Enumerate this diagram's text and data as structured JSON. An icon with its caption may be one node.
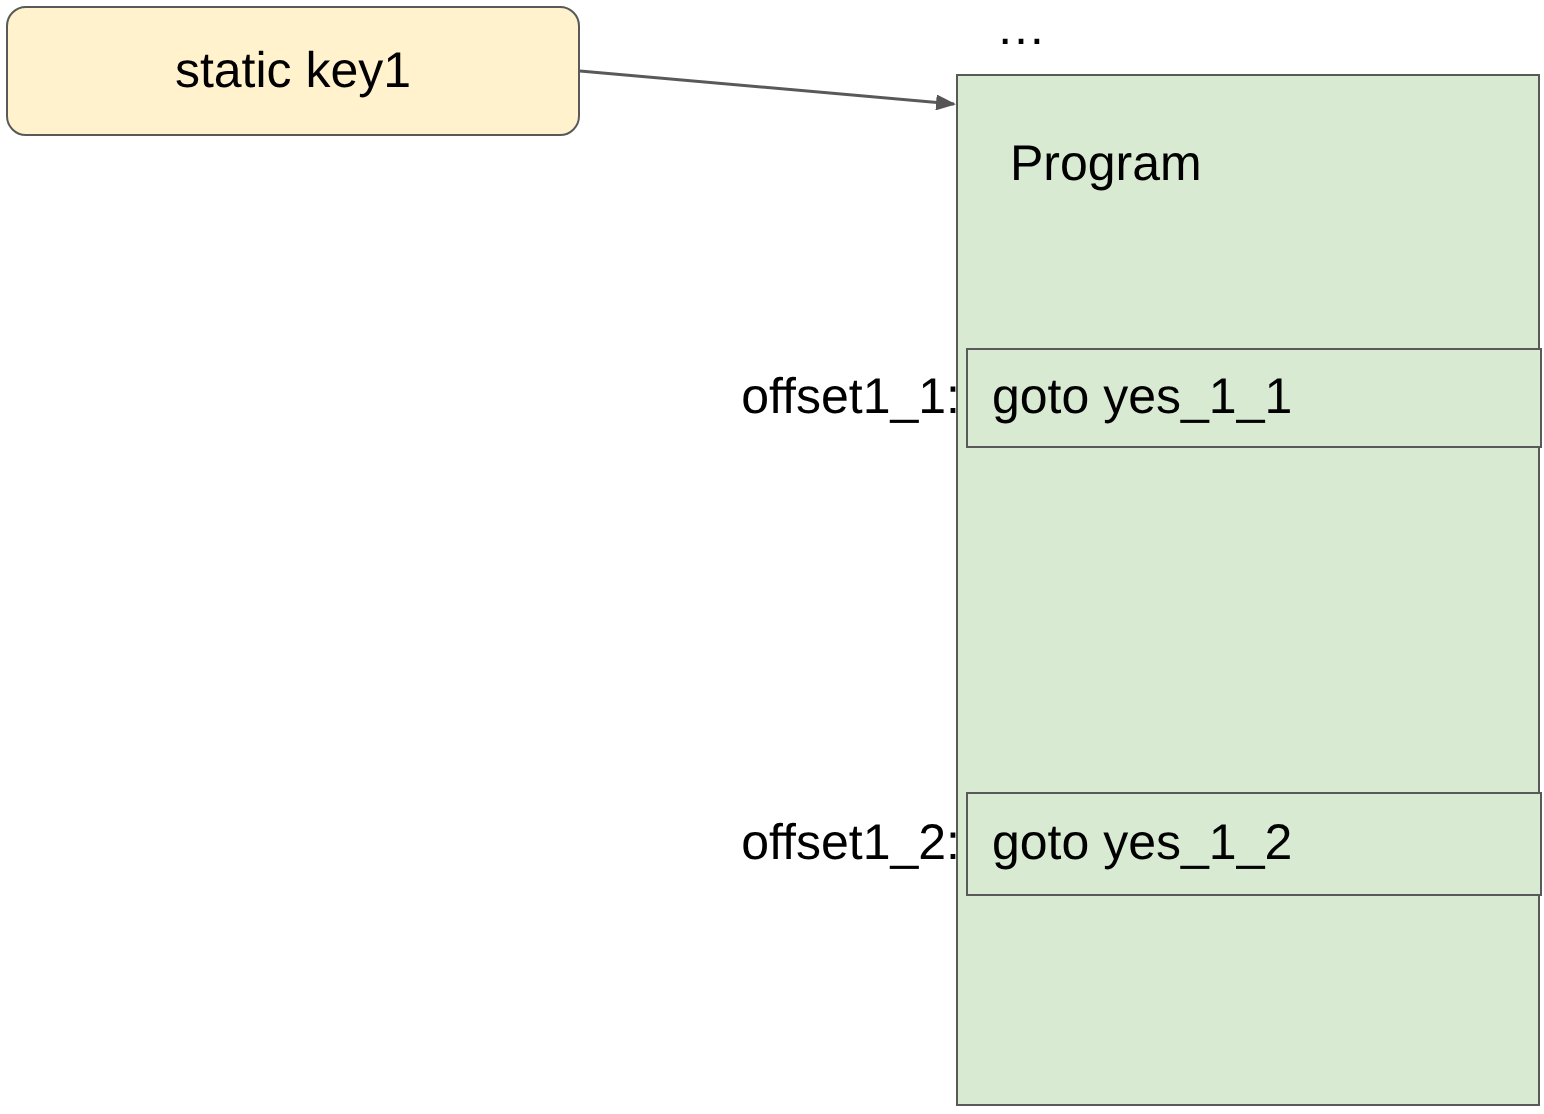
{
  "diagram": {
    "nodes": [
      {
        "text": [
          "static key1"
        ]
      },
      {
        "text": [
          "Program"
        ]
      },
      {
        "text": [
          "goto yes_1_1"
        ],
        "in": 1,
        "beside": [
          "offset1_1:"
        ]
      },
      {
        "text": [
          "goto yes_1_2"
        ],
        "in": 1,
        "beside": [
          "offset1_2:"
        ]
      }
    ],
    "edges": [
      {
        "from": 0,
        "to": 1,
        "arrow": "to"
      }
    ],
    "labels": [
      "…"
    ]
  }
}
